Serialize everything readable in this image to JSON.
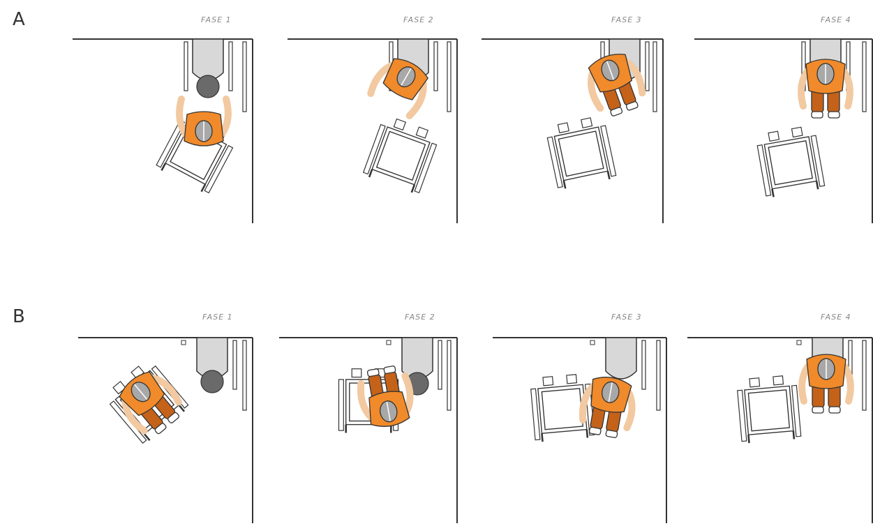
{
  "rows": [
    {
      "label": "A",
      "phases": [
        "FASE 1",
        "FASE 2",
        "FASE 3",
        "FASE 4"
      ]
    },
    {
      "label": "B",
      "phases": [
        "FASE 1",
        "FASE 2",
        "FASE 3",
        "FASE 4"
      ]
    }
  ],
  "colors": {
    "shirt": "#f08a2a",
    "trousers": "#c4621a",
    "skin": "#f2c9a0",
    "hair": "#a8a8a8",
    "toilet_back": "#d8d8d8",
    "toilet_seat": "#6a6a6a",
    "line": "#333333"
  },
  "icons": [
    "wheelchair-icon",
    "toilet-icon",
    "person-icon",
    "grab-bar-icon"
  ]
}
